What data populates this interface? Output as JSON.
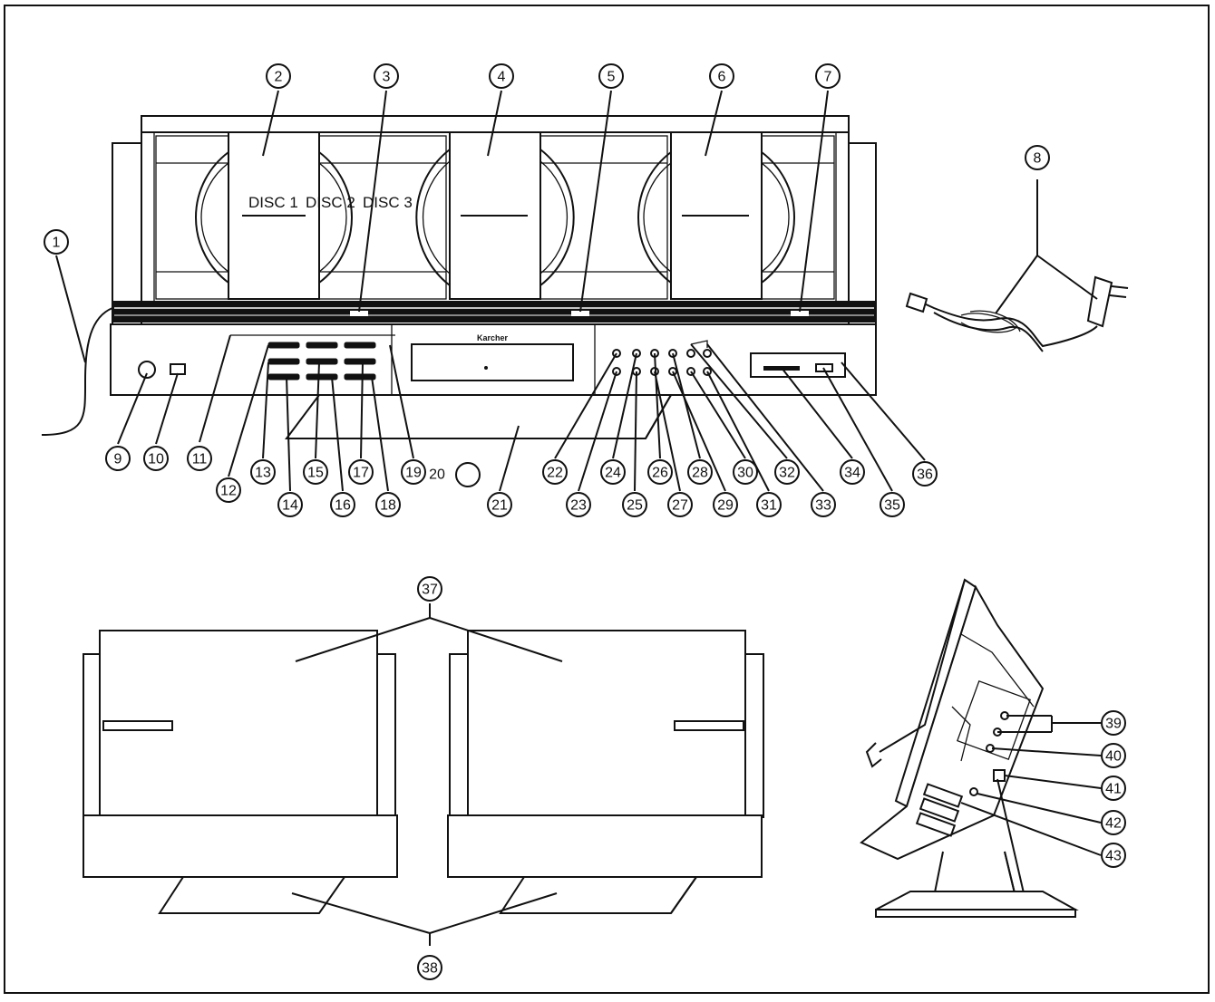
{
  "disc_labels": [
    "DISC 1",
    "DISC 2",
    "DISC 3"
  ],
  "brand_text": "Karcher",
  "callouts": [
    "1",
    "2",
    "3",
    "4",
    "5",
    "6",
    "7",
    "8",
    "9",
    "10",
    "11",
    "12",
    "13",
    "14",
    "15",
    "16",
    "17",
    "18",
    "19",
    "20",
    "21",
    "22",
    "23",
    "24",
    "25",
    "26",
    "27",
    "28",
    "29",
    "30",
    "31",
    "32",
    "33",
    "34",
    "35",
    "36",
    "37",
    "38",
    "39",
    "40",
    "41",
    "42",
    "43"
  ]
}
